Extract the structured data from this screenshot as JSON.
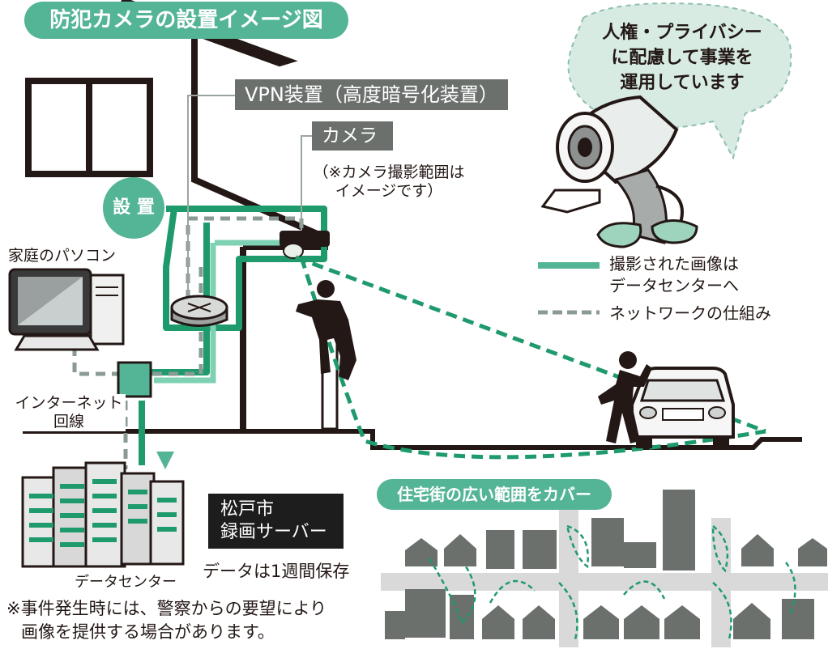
{
  "title": "防犯カメラの設置イメージ図",
  "bubble": {
    "lines": [
      "人権・プライバシー",
      "に配慮して事業を",
      "運用しています"
    ]
  },
  "labels": {
    "vpn": "VPN装置（高度暗号化装置）",
    "camera": "カメラ",
    "camera_note_1": "（※カメラ撮影範囲は",
    "camera_note_2": "イメージです）",
    "install": "設 置",
    "home_pc": "家庭のパソコン",
    "internet_1": "インターネット",
    "internet_2": "回線",
    "data_center": "データセンター",
    "server_1": "松戸市",
    "server_2": "録画サーバー",
    "retention": "データは1週間保存",
    "footnote_1": "※事件発生時には、警察からの要望により",
    "footnote_2": "画像を提供する場合があります。",
    "coverage": "住宅街の広い範囲をカバー"
  },
  "legend": {
    "solid_1": "撮影された画像は",
    "solid_2": "データセンターへ",
    "dashed": "ネットワークの仕組み"
  },
  "colors": {
    "accent_green": "#54b496",
    "line_green": "#1f9a6d",
    "dash_grey": "#8a9a95",
    "tag_grey": "#6b706d",
    "dark": "#231815",
    "bubble": "#d7ebe3",
    "server_dark": "#1d1d1d"
  }
}
